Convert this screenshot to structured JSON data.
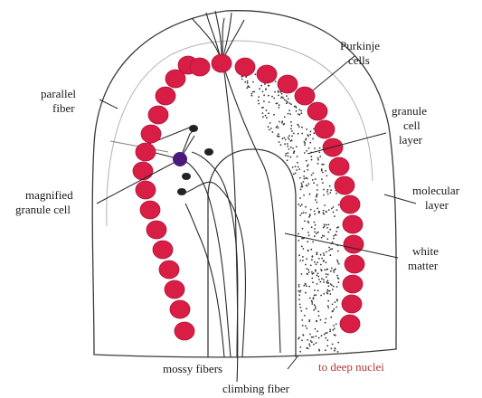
{
  "labels": {
    "purkinje": [
      "Purkinje",
      "cells"
    ],
    "parallel_fiber": [
      "parallel",
      "fiber"
    ],
    "granule_layer": [
      "granule",
      "cell",
      "layer"
    ],
    "magnified_granule": [
      "magnified",
      "granule cell"
    ],
    "molecular_layer": [
      "molecular",
      "layer"
    ],
    "white_matter": [
      "white",
      "matter"
    ],
    "mossy_fibers": "mossy fibers",
    "to_deep_nuclei": "to deep nuclei",
    "climbing_fiber": "climbing fiber"
  },
  "colors": {
    "purkinje_cell": "#d81e45",
    "purkinje_cell_edge": "#b0123a",
    "granule_cell": "#4a1a7a",
    "outline": "#3a3a3a",
    "deep_nuclei_text": "#b03a3a"
  }
}
